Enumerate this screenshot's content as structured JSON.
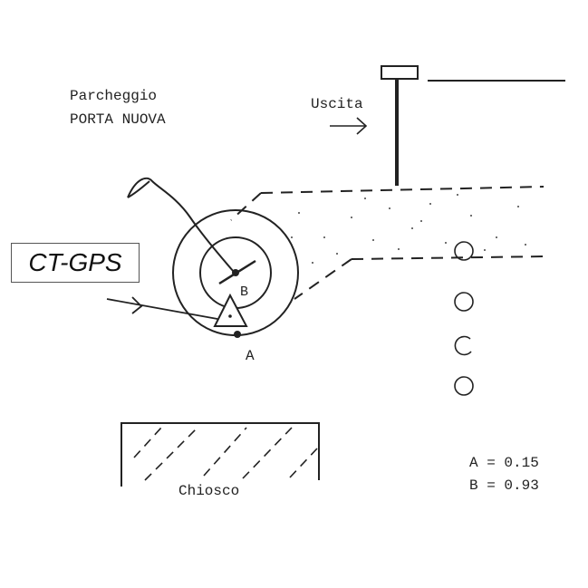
{
  "labels": {
    "parking_line1": "Parcheggio",
    "parking_line2": "PORTA NUOVA",
    "exit": "Uscita",
    "point_a": "A",
    "point_b": "B",
    "kiosk": "Chiosco",
    "value_a": "A = 0.15",
    "value_b": "B = 0.93"
  },
  "tag": {
    "text": "CT-GPS"
  },
  "colors": {
    "ink": "#222222",
    "background": "#ffffff"
  }
}
